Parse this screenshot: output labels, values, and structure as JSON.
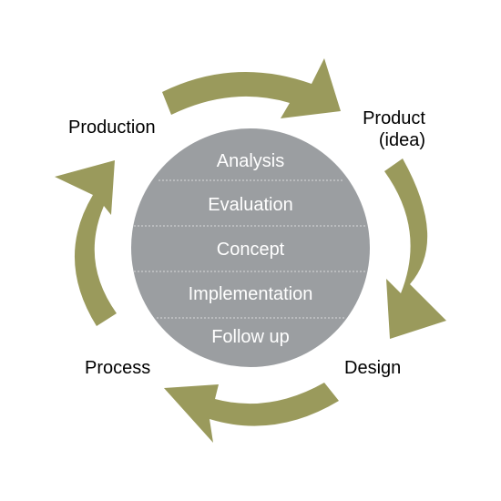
{
  "colors": {
    "arrow": "#9a9a5c",
    "circle": "#9b9ea1",
    "divider": "#d8d9da"
  },
  "cycle_labels": {
    "production": "Production",
    "product_line1": "Product",
    "product_line2": "(idea)",
    "design": "Design",
    "process": "Process"
  },
  "stages": [
    "Analysis",
    "Evaluation",
    "Concept",
    "Implementation",
    "Follow up"
  ]
}
